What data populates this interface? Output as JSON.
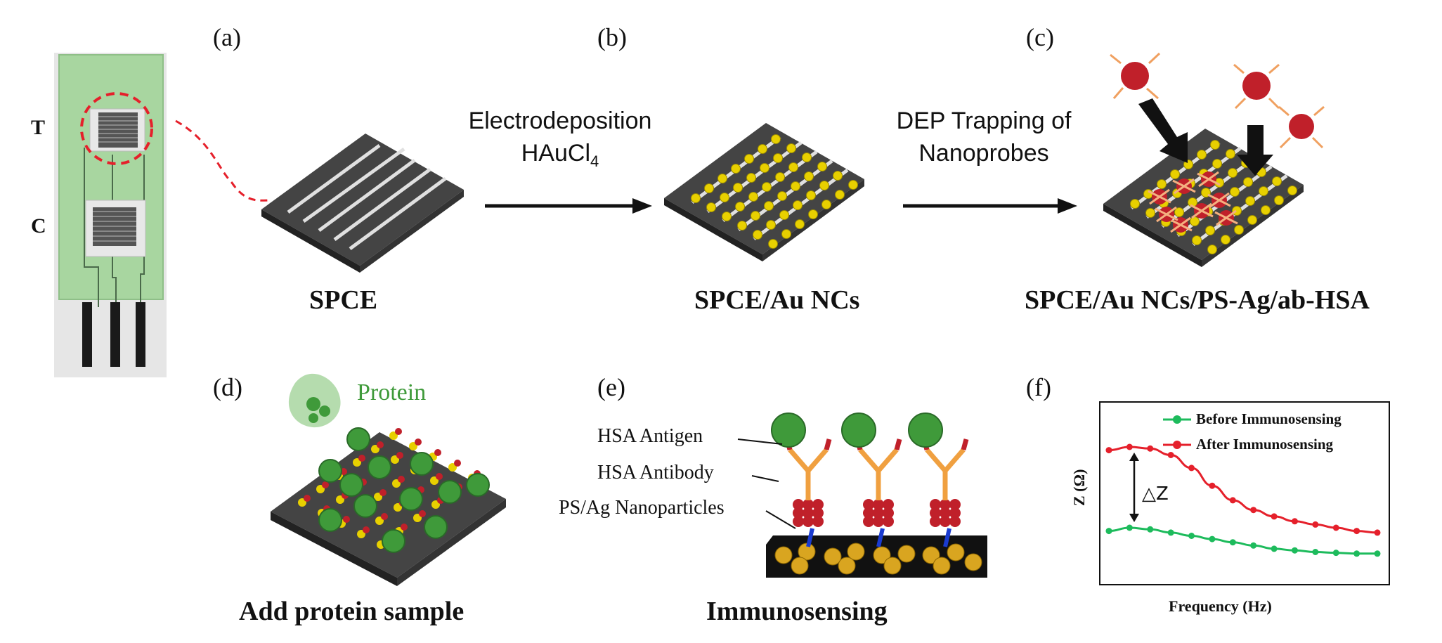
{
  "chip": {
    "label_t": "T",
    "label_c": "C"
  },
  "panels": {
    "a": {
      "letter": "(a)",
      "caption": "SPCE"
    },
    "b": {
      "letter": "(b)",
      "caption": "SPCE/Au NCs"
    },
    "c": {
      "letter": "(c)",
      "caption": "SPCE/Au NCs/PS-Ag/ab-HSA"
    },
    "d": {
      "letter": "(d)",
      "caption": "Add protein sample",
      "protein_label": "Protein"
    },
    "e": {
      "letter": "(e)",
      "caption": "Immunosensing",
      "labels": [
        "HSA Antigen",
        "HSA Antibody",
        "PS/Ag Nanoparticles"
      ]
    },
    "f": {
      "letter": "(f)"
    }
  },
  "arrows": {
    "ab": {
      "line1": "Electrodeposition",
      "line2": "HAuCl",
      "sub": "4"
    },
    "bc": {
      "line1": "DEP Trapping of",
      "line2": "Nanoprobes"
    }
  },
  "colors": {
    "before": "#1dbb5c",
    "after": "#e5202b",
    "chip_green": "#a8d6a0",
    "gold": "#e8d000",
    "protein": "#3f9a3a"
  },
  "chart_data": {
    "type": "line",
    "title": "",
    "xlabel": "Frequency (Hz)",
    "ylabel": "Z (Ω)",
    "delta_label": "△Z",
    "x": [
      1,
      2,
      3,
      4,
      5,
      6,
      7,
      8,
      9,
      10,
      11,
      12,
      13,
      14
    ],
    "series": [
      {
        "name": "Before Immunosensing",
        "color": "#1dbb5c",
        "values": [
          0.28,
          0.3,
          0.29,
          0.27,
          0.25,
          0.23,
          0.21,
          0.19,
          0.17,
          0.16,
          0.15,
          0.145,
          0.14,
          0.14
        ]
      },
      {
        "name": "After Immunosensing",
        "color": "#e5202b",
        "values": [
          0.78,
          0.8,
          0.79,
          0.75,
          0.67,
          0.56,
          0.47,
          0.41,
          0.37,
          0.34,
          0.32,
          0.3,
          0.28,
          0.27
        ]
      }
    ],
    "ylim": [
      0,
      1
    ],
    "grid": false,
    "legend": "top-right"
  }
}
